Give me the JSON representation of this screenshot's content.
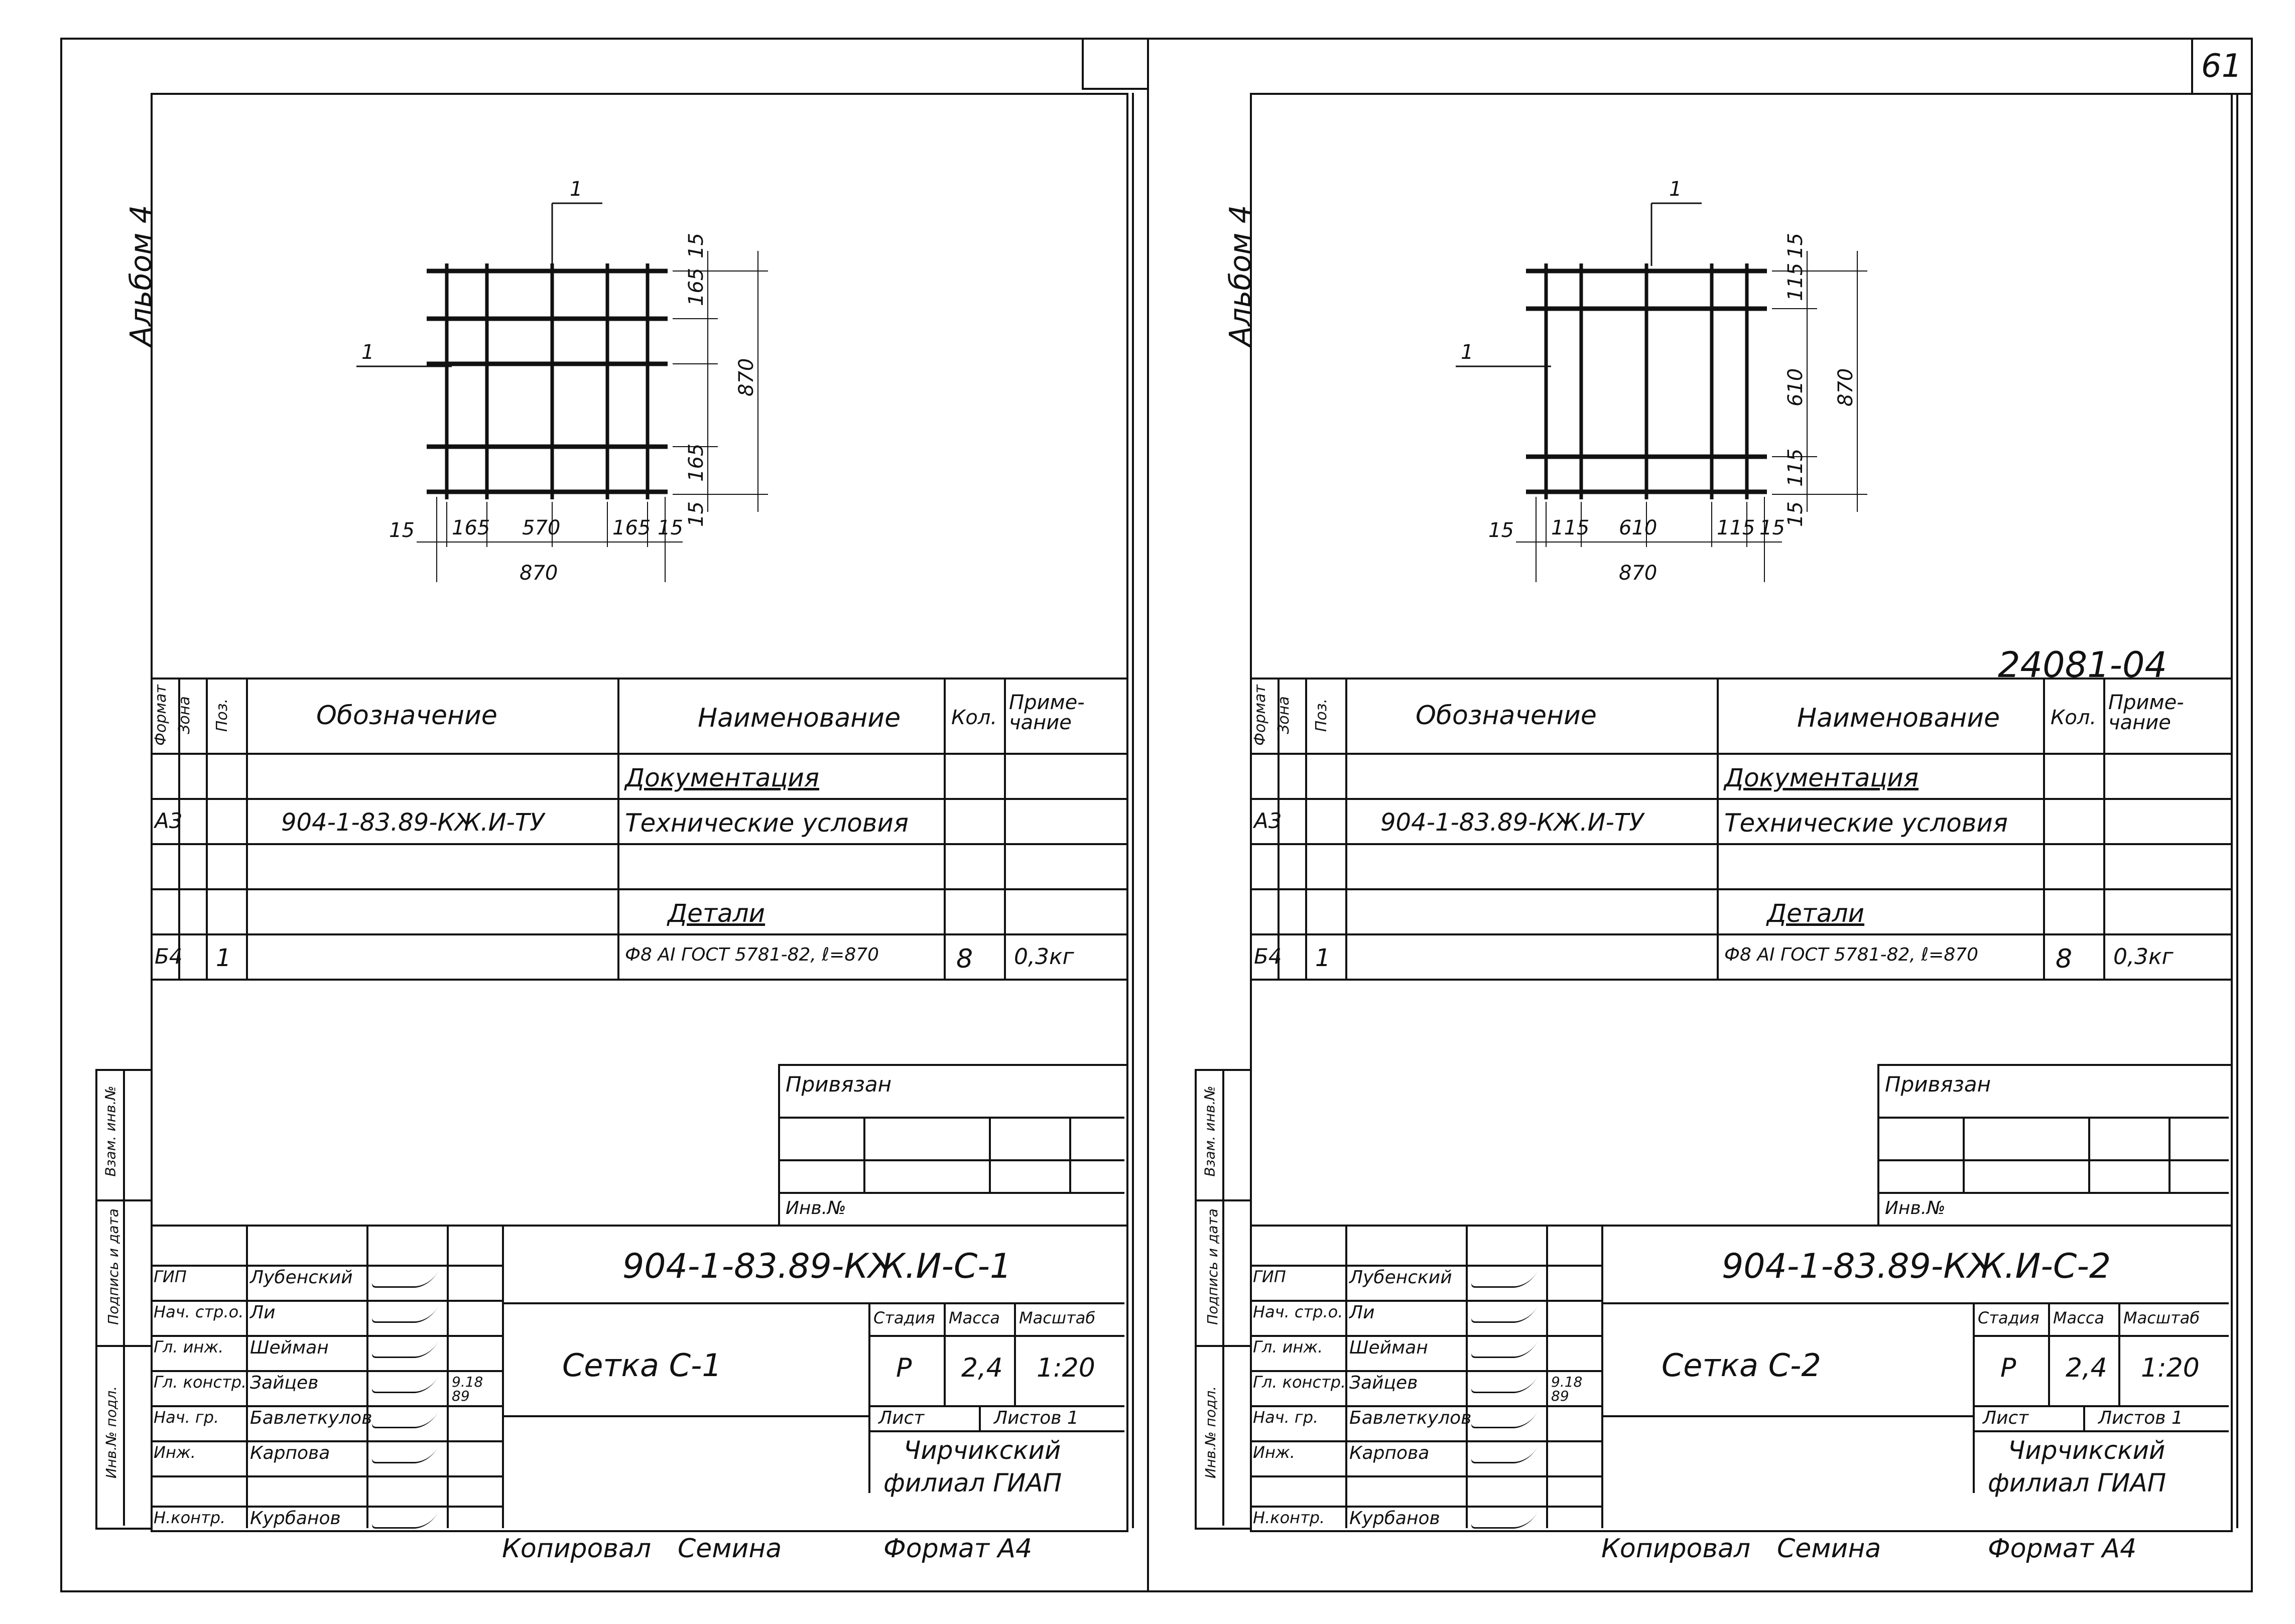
{
  "page_number": "61",
  "inventory_mark": "24081-04",
  "album": "Альбом 4",
  "binding_label": "Привязан",
  "inv_label": "Инв.№",
  "side_stamp": [
    "Инв.№ подл.",
    "Подпись и дата",
    "Взам. инв.№"
  ],
  "spec_headers": {
    "format": "Формат",
    "zone": "Зона",
    "pos": "Поз.",
    "designation": "Обозначение",
    "name": "Наименование",
    "qty": "Кол.",
    "note": "Приме-чание"
  },
  "sheets": [
    {
      "id": "left",
      "code": "904-1-83.89-КЖ.И-С-1",
      "title": "Сетка С-1",
      "drawing": {
        "leader_top": "1",
        "leader_left": "1",
        "dims_right": [
          "15",
          "165",
          "870",
          "165",
          "15"
        ],
        "dims_bottom": [
          "15",
          "165",
          "570",
          "165",
          "15"
        ],
        "dim_total": "870"
      },
      "spec_rows": [
        {
          "format": "",
          "zone": "",
          "pos": "",
          "designation": "",
          "name": "Документация",
          "qty": "",
          "note": ""
        },
        {
          "format": "А3",
          "zone": "",
          "pos": "",
          "designation": "904-1-83.89-КЖ.И-ТУ",
          "name": "Технические условия",
          "qty": "",
          "note": ""
        },
        {
          "format": "",
          "zone": "",
          "pos": "",
          "designation": "",
          "name": "",
          "qty": "",
          "note": ""
        },
        {
          "format": "",
          "zone": "",
          "pos": "",
          "designation": "",
          "name": "Детали",
          "qty": "",
          "note": ""
        },
        {
          "format": "Б4",
          "zone": "",
          "pos": "1",
          "designation": "",
          "name": "Ф8 АI ГОСТ 5781-82, ℓ=870",
          "qty": "8",
          "note": "0,3кг"
        }
      ],
      "title_block": {
        "people": [
          {
            "role": "ГИП",
            "name": "Лубенский"
          },
          {
            "role": "Нач. стр.о.",
            "name": "Ли"
          },
          {
            "role": "Гл. инж.",
            "name": "Шейман"
          },
          {
            "role": "Гл. констр.",
            "name": "Зайцев"
          },
          {
            "role": "Нач. гр.",
            "name": "Бавлеткулов"
          },
          {
            "role": "Инж.",
            "name": "Карпова"
          },
          {
            "role": "",
            "name": ""
          },
          {
            "role": "Н.контр.",
            "name": "Курбанов"
          }
        ],
        "date": "9.18 89",
        "stage_label": "Стадия",
        "mass_label": "Масса",
        "scale_label": "Масштаб",
        "stage": "Р",
        "mass": "2,4",
        "scale": "1:20",
        "sheet_label": "Лист",
        "sheets_label": "Листов 1",
        "org": [
          "Чирчикский",
          "филиал ГИАП"
        ]
      },
      "footer": {
        "copied": "Копировал",
        "copier": "Семина",
        "format": "Формат А4"
      }
    },
    {
      "id": "right",
      "code": "904-1-83.89-КЖ.И-С-2",
      "title": "Сетка С-2",
      "drawing": {
        "leader_top": "1",
        "leader_left": "1",
        "dims_right": [
          "15",
          "115",
          "610",
          "870",
          "115",
          "15"
        ],
        "dims_bottom": [
          "15",
          "115",
          "610",
          "115",
          "15"
        ],
        "dim_total": "870"
      },
      "spec_rows": [
        {
          "format": "",
          "zone": "",
          "pos": "",
          "designation": "",
          "name": "Документация",
          "qty": "",
          "note": ""
        },
        {
          "format": "А3",
          "zone": "",
          "pos": "",
          "designation": "904-1-83.89-КЖ.И-ТУ",
          "name": "Технические условия",
          "qty": "",
          "note": ""
        },
        {
          "format": "",
          "zone": "",
          "pos": "",
          "designation": "",
          "name": "",
          "qty": "",
          "note": ""
        },
        {
          "format": "",
          "zone": "",
          "pos": "",
          "designation": "",
          "name": "Детали",
          "qty": "",
          "note": ""
        },
        {
          "format": "Б4",
          "zone": "",
          "pos": "1",
          "designation": "",
          "name": "Ф8 АI ГОСТ 5781-82, ℓ=870",
          "qty": "8",
          "note": "0,3кг"
        }
      ],
      "title_block": {
        "people": [
          {
            "role": "ГИП",
            "name": "Лубенский"
          },
          {
            "role": "Нач. стр.о.",
            "name": "Ли"
          },
          {
            "role": "Гл. инж.",
            "name": "Шейман"
          },
          {
            "role": "Гл. констр.",
            "name": "Зайцев"
          },
          {
            "role": "Нач. гр.",
            "name": "Бавлеткулов"
          },
          {
            "role": "Инж.",
            "name": "Карпова"
          },
          {
            "role": "",
            "name": ""
          },
          {
            "role": "Н.контр.",
            "name": "Курбанов"
          }
        ],
        "date": "9.18 89",
        "stage_label": "Стадия",
        "mass_label": "Масса",
        "scale_label": "Масштаб",
        "stage": "Р",
        "mass": "2,4",
        "scale": "1:20",
        "sheet_label": "Лист",
        "sheets_label": "Листов 1",
        "org": [
          "Чирчикский",
          "филиал ГИАП"
        ]
      },
      "footer": {
        "copied": "Копировал",
        "copier": "Семина",
        "format": "Формат А4"
      }
    }
  ]
}
